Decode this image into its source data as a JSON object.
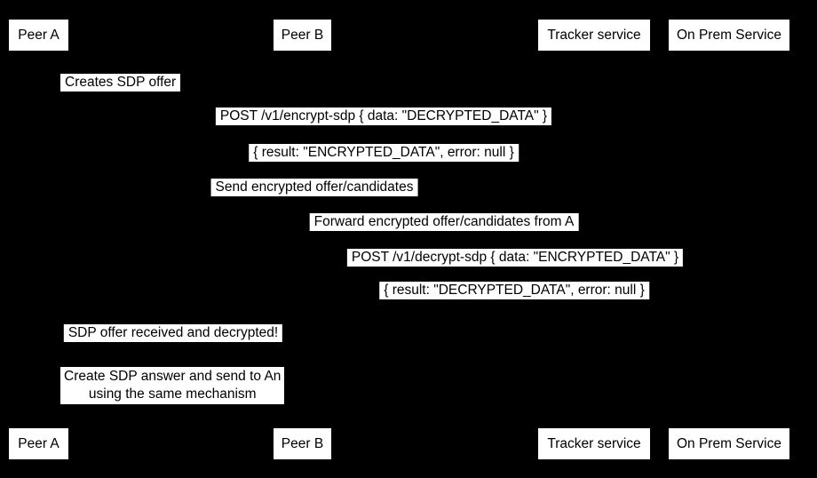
{
  "colors": {
    "background": "#000000",
    "box_fill": "#ffffff",
    "text": "#000000"
  },
  "participants": [
    {
      "label": "Peer A"
    },
    {
      "label": "Peer B"
    },
    {
      "label": "Tracker service"
    },
    {
      "label": "On Prem Service"
    }
  ],
  "messages": [
    {
      "label": "Creates SDP offer",
      "from": "Peer A",
      "to": "Peer A"
    },
    {
      "label": "POST /v1/encrypt-sdp { data: \"DECRYPTED_DATA\" }",
      "from": "Peer A",
      "to": "On Prem Service"
    },
    {
      "label": "{ result: \"ENCRYPTED_DATA\", error: null }",
      "from": "On Prem Service",
      "to": "Peer A"
    },
    {
      "label": "Send encrypted offer/candidates",
      "from": "Peer A",
      "to": "Tracker service"
    },
    {
      "label": "Forward encrypted offer/candidates from A",
      "from": "Tracker service",
      "to": "Peer B"
    },
    {
      "label": "POST /v1/decrypt-sdp { data: \"ENCRYPTED_DATA\" }",
      "from": "Peer B",
      "to": "On Prem Service"
    },
    {
      "label": "{ result: \"DECRYPTED_DATA\", error: null }",
      "from": "On Prem Service",
      "to": "Peer B"
    },
    {
      "label": "SDP offer received and decrypted!",
      "from": "Peer B",
      "to": "Peer A"
    }
  ],
  "note": {
    "over": [
      "Peer A",
      "Peer B"
    ],
    "lines": [
      "Create SDP answer and send to An",
      "using the same mechanism"
    ]
  }
}
